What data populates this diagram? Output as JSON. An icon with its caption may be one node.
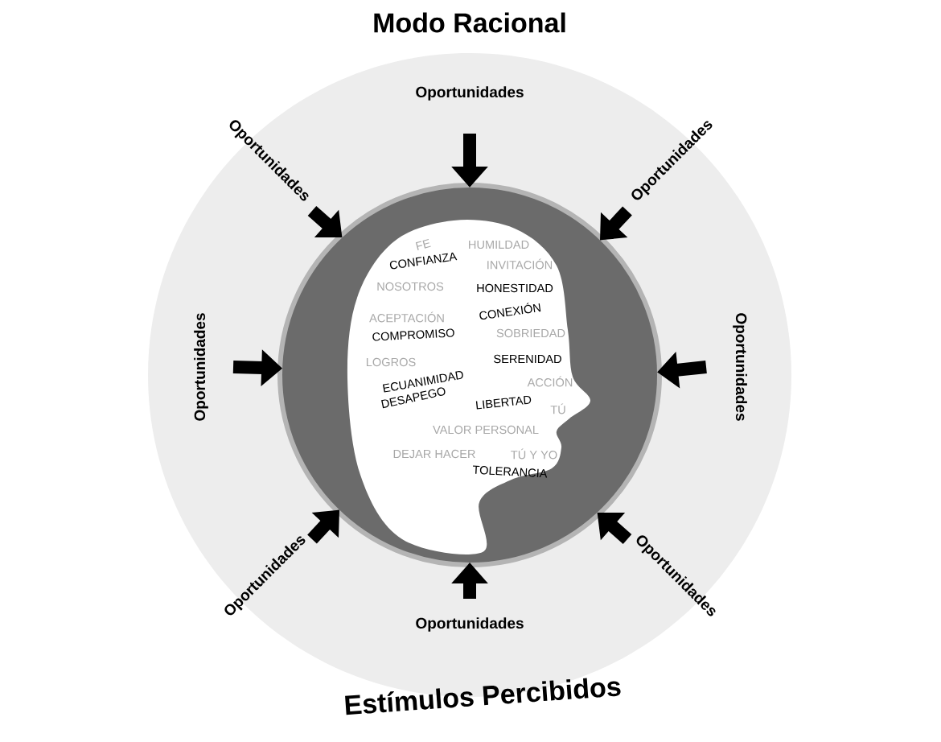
{
  "diagram": {
    "title": "Modo Racional",
    "caption": "Estímulos Percibidos",
    "nodes": [
      {
        "text": [],
        "shape": "circle"
      },
      {
        "text": [
          "FE",
          "HUMILDAD",
          "CONFIANZA",
          "INVITACIÓN",
          "NOSOTROS",
          "HONESTIDAD",
          "ACEPTACIÓN",
          "CONEXIÓN",
          "COMPROMISO",
          "SOBRIEDAD",
          "LOGROS",
          "SERENIDAD",
          "ECUANIMIDAD",
          "ACCIÓN",
          "DESAPEGO",
          "LIBERTAD",
          "TÚ",
          "VALOR PERSONAL",
          "DEJAR HACER",
          "TÚ Y YO",
          "TOLERANCIA"
        ],
        "in": 0
      },
      {
        "text": [
          "Oportunidades"
        ]
      },
      {
        "text": [
          "Oportunidades"
        ]
      },
      {
        "text": [
          "Oportunidades"
        ]
      },
      {
        "text": [
          "Oportunidades"
        ]
      },
      {
        "text": [
          "Oportunidades"
        ]
      },
      {
        "text": [
          "Oportunidades"
        ]
      },
      {
        "text": [
          "Oportunidades"
        ]
      },
      {
        "text": [
          "Oportunidades"
        ]
      }
    ],
    "edges": [
      {
        "from": 2,
        "to": 0,
        "arrow": "to"
      },
      {
        "from": 3,
        "to": 0,
        "arrow": "to"
      },
      {
        "from": 4,
        "to": 0,
        "arrow": "to"
      },
      {
        "from": 5,
        "to": 0,
        "arrow": "to"
      },
      {
        "from": 6,
        "to": 0,
        "arrow": "to"
      },
      {
        "from": 7,
        "to": 0,
        "arrow": "to"
      },
      {
        "from": 8,
        "to": 0,
        "arrow": "to"
      },
      {
        "from": 9,
        "to": 0,
        "arrow": "to"
      }
    ]
  }
}
